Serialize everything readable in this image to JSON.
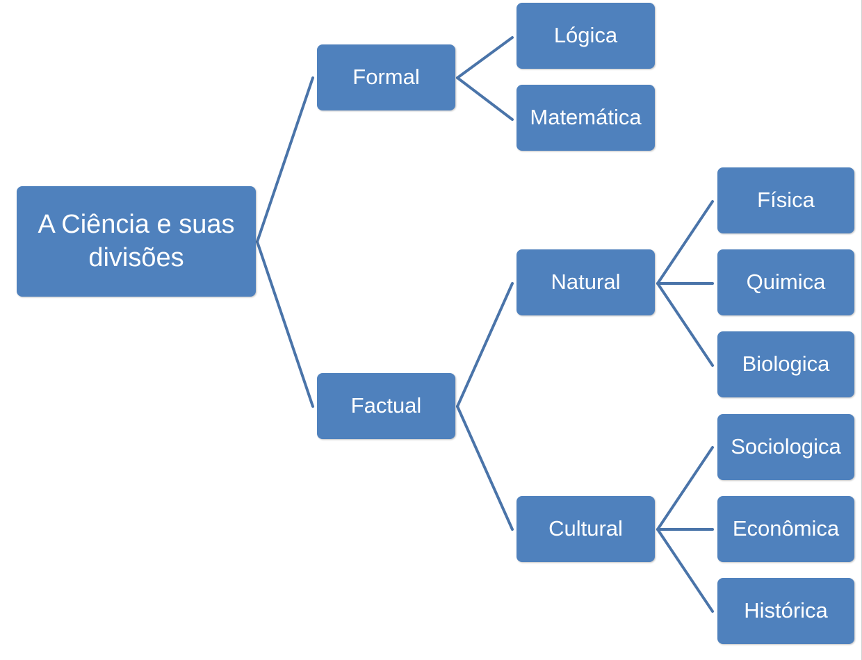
{
  "colors": {
    "node_fill": "#4f81bd",
    "connector": "#4a74a9",
    "text": "#ffffff",
    "background": "#ffffff"
  },
  "diagram": {
    "root": "A Ciência e suas divisões",
    "formal": {
      "label": "Formal",
      "children": [
        "Lógica",
        "Matemática"
      ]
    },
    "factual": {
      "label": "Factual",
      "natural": {
        "label": "Natural",
        "children": [
          "Física",
          "Quimica",
          "Biologica"
        ]
      },
      "cultural": {
        "label": "Cultural",
        "children": [
          "Sociologica",
          "Econômica",
          "Histórica"
        ]
      }
    }
  }
}
